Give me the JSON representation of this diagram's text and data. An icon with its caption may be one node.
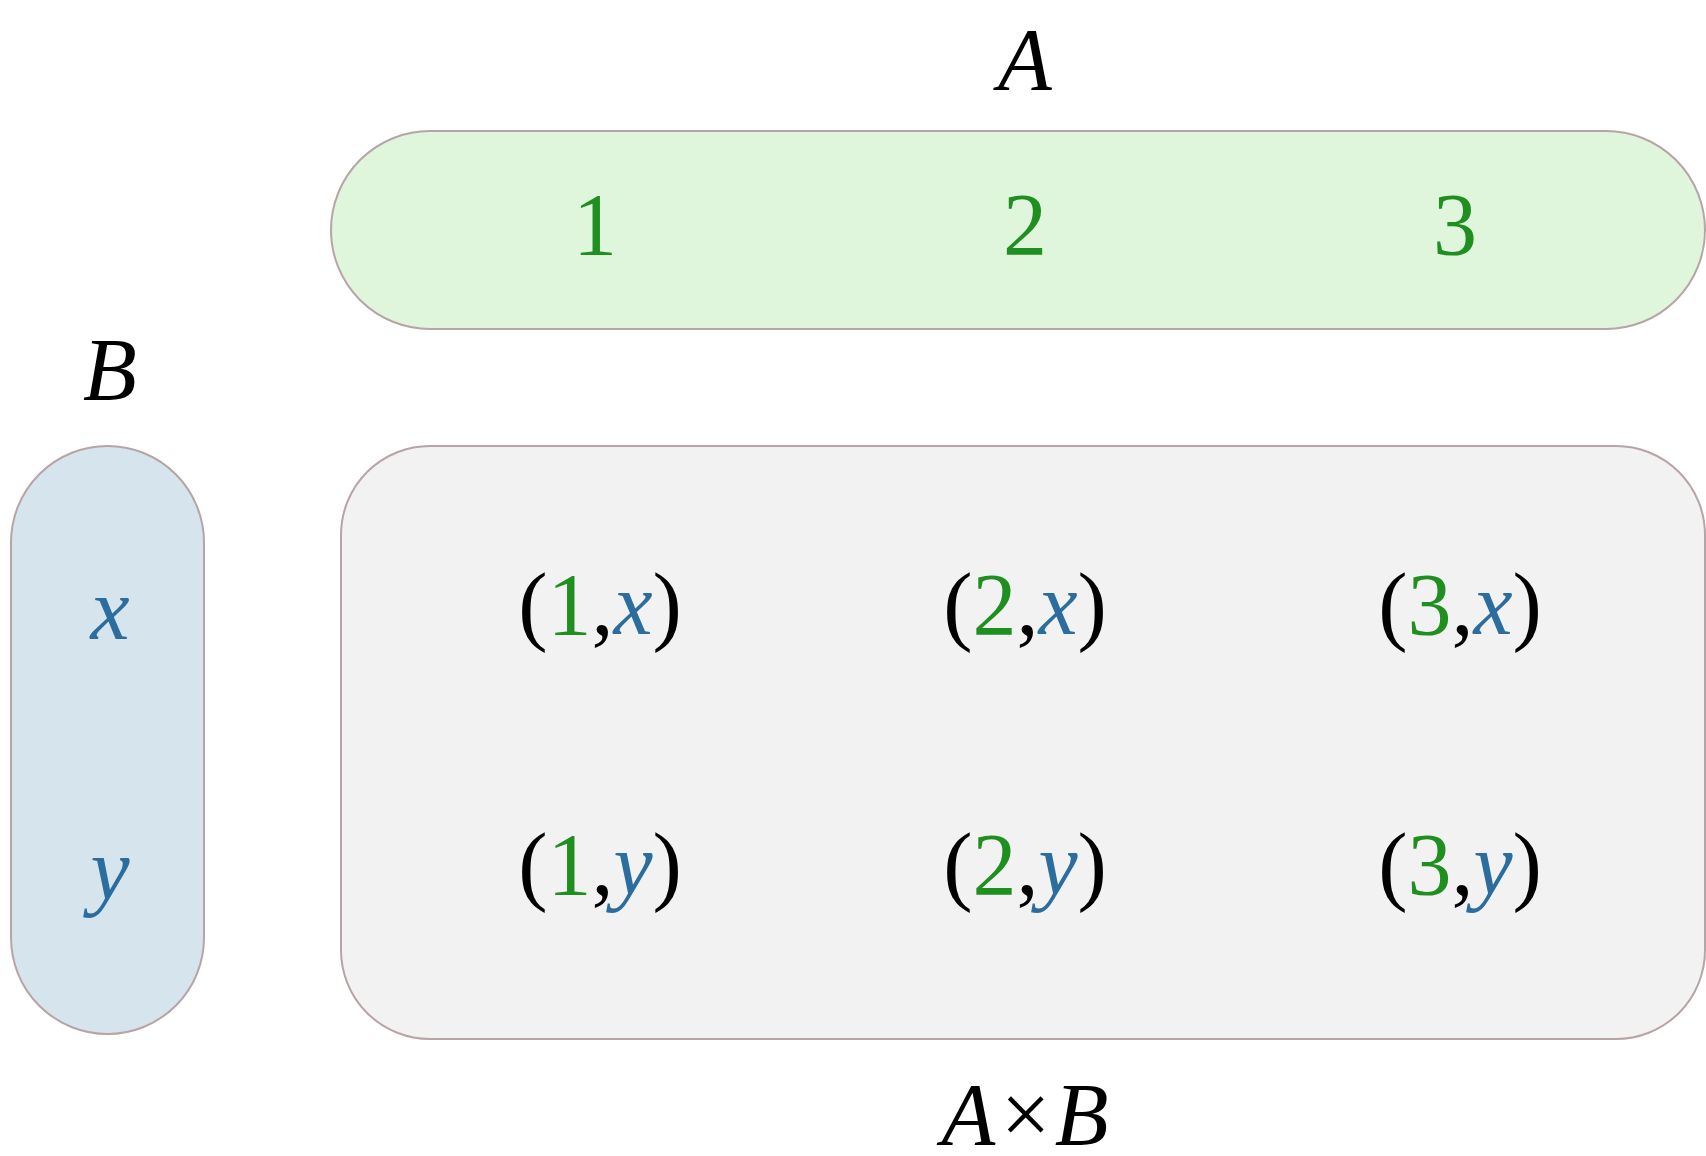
{
  "diagram": {
    "nodes": [
      {
        "text": [
          "A",
          "1",
          "2",
          "3"
        ]
      },
      {
        "text": [
          "B",
          "x",
          "y"
        ]
      },
      {
        "text": [
          "(1,x)",
          "(2,x)",
          "(3,x)",
          "(1,y)",
          "(2,y)",
          "(3,y)",
          "A×B"
        ]
      }
    ]
  }
}
